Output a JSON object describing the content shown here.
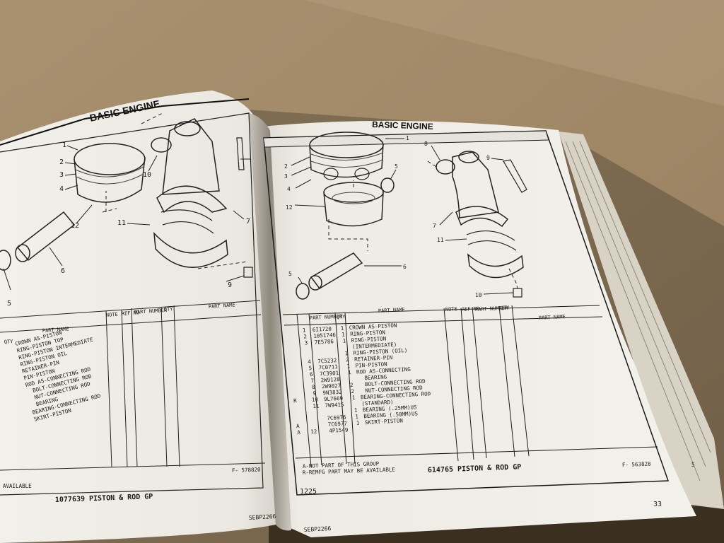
{
  "left_page": {
    "section_title": "BASIC ENGINE",
    "callouts": [
      "1",
      "2",
      "3",
      "4",
      "5",
      "6",
      "7",
      "9",
      "10",
      "11",
      "12"
    ],
    "table_headers": {
      "qty": "QTY",
      "part_name": "PART NAME",
      "note": "NOTE",
      "ref_no": "REF NO",
      "part_number": "PART NUMBER",
      "qty2": "QTY",
      "part_name2": "PART NAME"
    },
    "rows": [
      "CROWN AS-PISTON",
      "RING-PISTON TOP",
      "RING-PISTON INTERMEDIATE",
      "RING-PISTON OIL",
      "RETAINER-PIN",
      "PIN-PISTON",
      "ROD AS-CONNECTING ROD",
      "BOLT-CONNECTING ROD",
      "NUT-CONNECTING ROD",
      "BEARING",
      "BEARING-CONNECTING ROD",
      "SKIRT-PISTON"
    ],
    "figure_ref": "F- 578820",
    "avail_note": "AVAILABLE",
    "group_title": "1077639 PISTON & ROD GP",
    "form_number": "SEBP2266"
  },
  "right_page": {
    "section_title": "BASIC ENGINE",
    "callouts": [
      "1",
      "2",
      "3",
      "4",
      "5",
      "5",
      "6",
      "7",
      "8",
      "9",
      "10",
      "11",
      "12"
    ],
    "table_headers": {
      "part_number": "PART NUMBER",
      "qty": "QTY",
      "part_name": "PART NAME",
      "note": "NOTE",
      "ref_no": "REF NO",
      "part_number2": "PART NUMBER",
      "qty2": "QTY",
      "part_name2": "PART NAME"
    },
    "rows": [
      {
        "note": "",
        "ref": "1",
        "pn": "6I1720",
        "qty": "1",
        "name": "CROWN AS-PISTON"
      },
      {
        "note": "",
        "ref": "2",
        "pn": "1051746",
        "qty": "1",
        "name": "RING-PISTON"
      },
      {
        "note": "",
        "ref": "3",
        "pn": "7E5786",
        "qty": "1",
        "name": "RING-PISTON"
      },
      {
        "note": "",
        "ref": "",
        "pn": "",
        "qty": "",
        "name": "(INTERMEDIATE)"
      },
      {
        "note": "",
        "ref": "",
        "pn": "",
        "qty": "1",
        "name": "RING-PISTON (OIL)"
      },
      {
        "note": "",
        "ref": "4",
        "pn": "7C5232",
        "qty": "2",
        "name": "RETAINER-PIN"
      },
      {
        "note": "",
        "ref": "5",
        "pn": "7C0711",
        "qty": "1",
        "name": "PIN-PISTON"
      },
      {
        "note": "",
        "ref": "6",
        "pn": "7C3901",
        "qty": "1",
        "name": "ROD AS-CONNECTING"
      },
      {
        "note": "",
        "ref": "7",
        "pn": "2W9128",
        "qty": "",
        "name": "BEARING"
      },
      {
        "note": "",
        "ref": "8",
        "pn": "2W9027",
        "qty": "2",
        "name": "BOLT-CONNECTING ROD"
      },
      {
        "note": "",
        "ref": "9",
        "pn": "9N3832",
        "qty": "2",
        "name": "NUT-CONNECTING ROD"
      },
      {
        "note": "R",
        "ref": "10",
        "pn": "9L7669",
        "qty": "1",
        "name": "BEARING-CONNECTING ROD"
      },
      {
        "note": "",
        "ref": "11",
        "pn": "7W9415",
        "qty": "",
        "name": "(STANDARD)"
      },
      {
        "note": "",
        "ref": "",
        "pn": "",
        "qty": "1",
        "name": "BEARING (.25MM)US"
      },
      {
        "note": "",
        "ref": "",
        "pn": "7C6976",
        "qty": "1",
        "name": "BEARING (.50MM)US"
      },
      {
        "note": "A",
        "ref": "",
        "pn": "7C6977",
        "qty": "1",
        "name": "SKIRT-PISTON"
      },
      {
        "note": "A",
        "ref": "12",
        "pn": "4P1549",
        "qty": "",
        "name": ""
      }
    ],
    "footnote_a": "A-NOT PART OF THIS GROUP",
    "footnote_r": "R-REMFG PART MAY BE AVAILABLE",
    "figure_ref": "F- 563828",
    "group_title": "614765 PISTON & ROD GP",
    "page_left_num": "1225",
    "page_num": "33",
    "form_number": "SEBP2266",
    "edge_mark": "5"
  },
  "colors": {
    "table": "#a38b6d",
    "paper": "#efece5",
    "ink": "#1a1a1a",
    "shadow": "#2b2419"
  }
}
